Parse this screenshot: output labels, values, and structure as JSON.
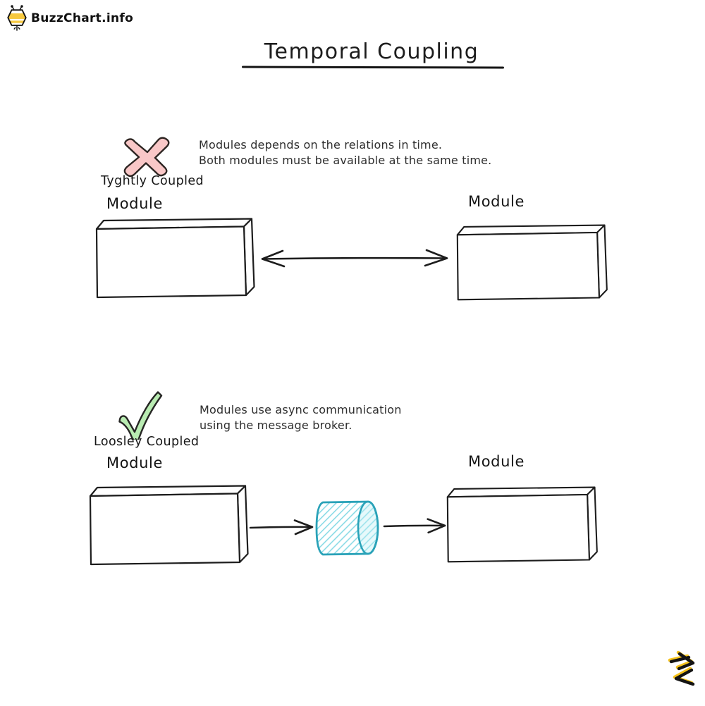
{
  "logo": {
    "text": "BuzzChart.info",
    "icon": "bee-icon",
    "accent_color": "#f7c93f"
  },
  "title": "Temporal Coupling",
  "sections": [
    {
      "id": "temporal-tight",
      "verdict_icon": "x-mark-icon",
      "verdict_fill": "#f9c7c7",
      "label": "Tyghtly Coupled",
      "description_lines": [
        "Modules depends on the relations in time.",
        "Both modules must be available at the same time."
      ],
      "left_module_label": "Module",
      "right_module_label": "Module",
      "connector": "bidirectional-arrow"
    },
    {
      "id": "temporal-loose",
      "verdict_icon": "check-mark-icon",
      "verdict_fill": "#b9ecb2",
      "label": "Loosley Coupled",
      "description_lines": [
        "Modules use async communication",
        "using the message broker."
      ],
      "left_module_label": "Module",
      "right_module_label": "Module",
      "broker_icon": "message-broker-cylinder",
      "broker_stroke": "#2aa2b8",
      "broker_hatch": "#8bdbe6",
      "connector": "arrow-left-to-broker-to-right"
    }
  ],
  "signature_icon": "zigzag-signature-icon",
  "signature_colors": {
    "main": "#141414",
    "accent": "#f6c31c"
  },
  "ink_color": "#1d1d1d"
}
